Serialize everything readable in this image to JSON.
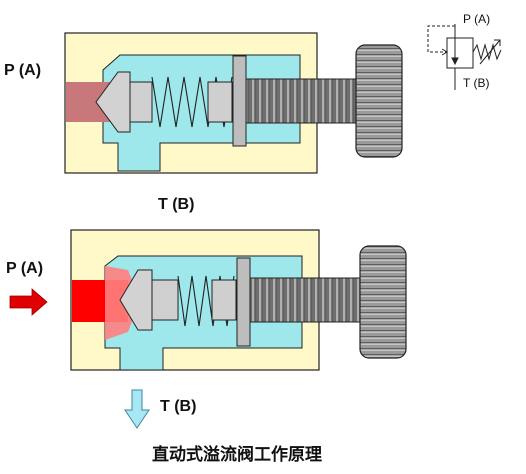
{
  "labels": {
    "top_inlet": "P (A)",
    "top_outlet": "T (B)",
    "bottom_inlet": "P (A)",
    "bottom_outlet": "T (B)",
    "symbol_inlet": "P (A)",
    "symbol_outlet": "T (B)"
  },
  "caption": "直动式溢流阀工作原理",
  "colors": {
    "body": "#fff8c8",
    "fluid": "#9ee8ec",
    "pressure_fluid": "#ff0000",
    "top_inlet_fluid": "#c8787a",
    "screw": "#707070",
    "knob": "#a0a0a0",
    "arrow_inlet": "#e00000",
    "arrow_outlet": "#a8e8f4"
  },
  "icons": {
    "inlet_arrow": "arrow-right-icon",
    "outlet_arrow": "arrow-down-icon"
  }
}
